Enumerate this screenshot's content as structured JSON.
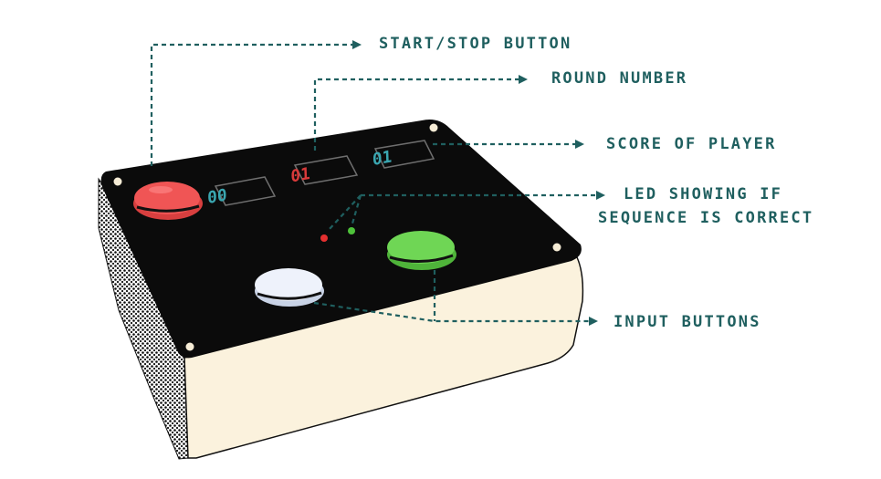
{
  "labels": {
    "start_stop": "START/STOP BUTTON",
    "round_number": "ROUND NUMBER",
    "score": "SCORE OF PLAYER",
    "led_line1": "LED SHOWING IF",
    "led_line2": "SEQUENCE IS CORRECT",
    "input_buttons": "INPUT BUTTONS"
  },
  "displays": {
    "left": "00",
    "middle": "01",
    "right": "01"
  },
  "colors": {
    "annotation": "#1f5f5f",
    "box_top": "#0b0b0b",
    "box_side": "#fbf2dd",
    "start_button": "#f05555",
    "input_button_white": "#eef2fb",
    "input_button_green": "#6fd655",
    "display_digits_cyan": "#3aa6b0",
    "display_digits_red": "#d83a3a",
    "led_red": "#e53030",
    "led_green": "#4ec23a"
  }
}
